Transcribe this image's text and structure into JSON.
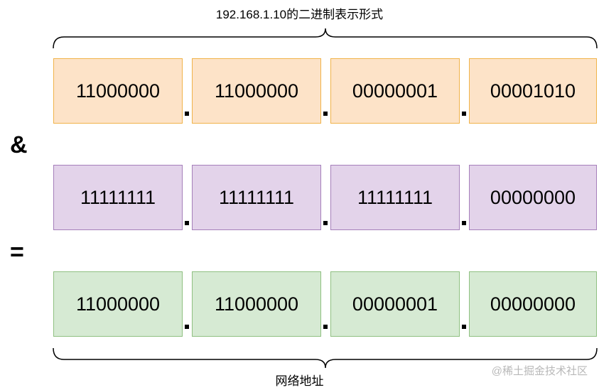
{
  "header": {
    "title": "192.168.1.10的二进制表示形式"
  },
  "footer": {
    "title": "网络地址"
  },
  "operators": {
    "and": "&",
    "equals": "="
  },
  "rows": {
    "ip": [
      "11000000",
      "11000000",
      "00000001",
      "00001010"
    ],
    "mask": [
      "11111111",
      "11111111",
      "11111111",
      "00000000"
    ],
    "net": [
      "11000000",
      "11000000",
      "00000001",
      "00000000"
    ]
  },
  "watermark": "@稀土掘金技术社区",
  "colors": {
    "ip_fill": "#fde3c8",
    "ip_border": "#f0b34a",
    "mask_fill": "#e3d3ea",
    "mask_border": "#a57fba",
    "net_fill": "#d6ead3",
    "net_border": "#8fc081"
  }
}
